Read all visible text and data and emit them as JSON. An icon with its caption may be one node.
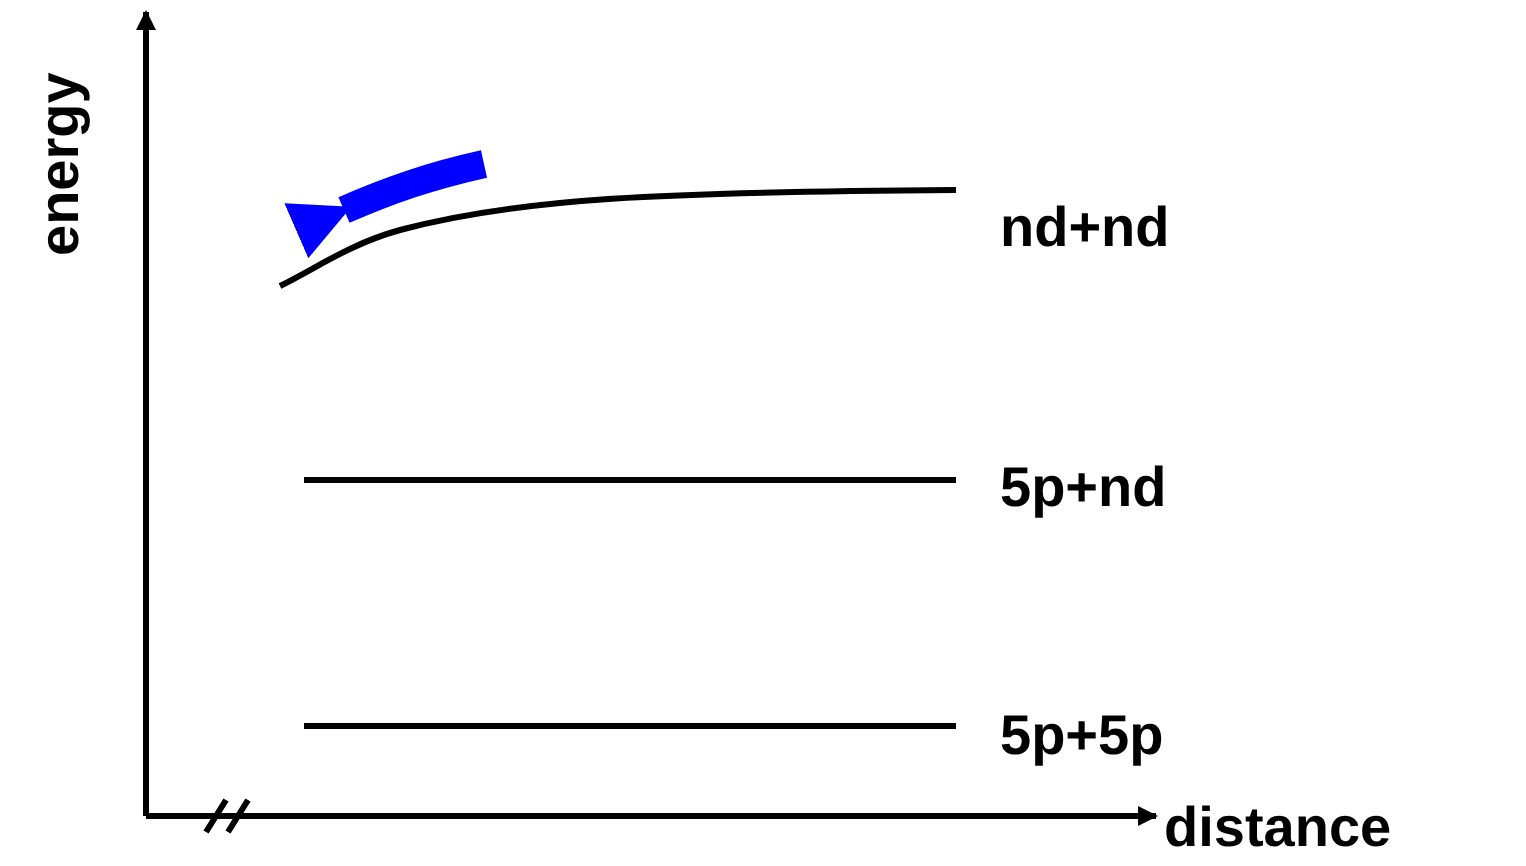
{
  "diagram": {
    "labels": [
      "energy",
      "nd+nd",
      "5p+nd",
      "5p+5p",
      "distance"
    ]
  }
}
